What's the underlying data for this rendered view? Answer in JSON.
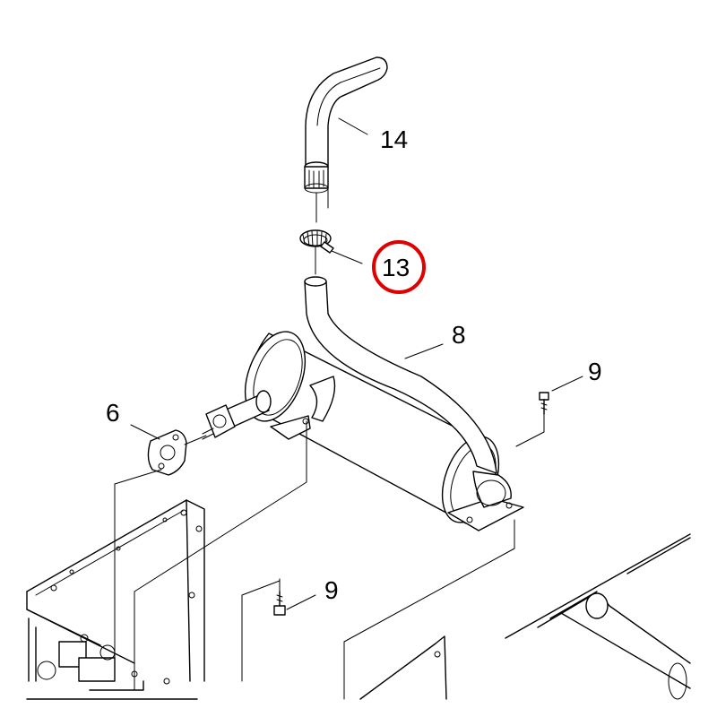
{
  "callouts": {
    "c14": "14",
    "c13": "13",
    "c8": "8",
    "c9_upper": "9",
    "c6": "6",
    "c9_lower": "9"
  },
  "highlight": {
    "target": "13",
    "color": "#e00000"
  }
}
